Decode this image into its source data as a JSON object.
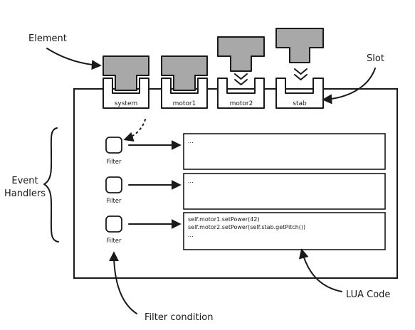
{
  "annotations": {
    "element": "Element",
    "slot": "Slot",
    "event_handlers_line1": "Event",
    "event_handlers_line2": "Handlers",
    "filter_condition": "Filter condition",
    "lua_code": "LUA Code"
  },
  "slots": [
    {
      "label": "system",
      "element_state": "plugged"
    },
    {
      "label": "motor1",
      "element_state": "plugged"
    },
    {
      "label": "motor2",
      "element_state": "inserting"
    },
    {
      "label": "stab",
      "element_state": "inserting"
    }
  ],
  "handlers": [
    {
      "filter_label": "Filter",
      "code_lines": [
        "..."
      ]
    },
    {
      "filter_label": "Filter",
      "code_lines": [
        "..."
      ]
    },
    {
      "filter_label": "Filter",
      "code_lines": [
        "self.motor1.setPower(42)",
        "self.motor2.setPower(self.stab.getPitch())",
        "..."
      ]
    }
  ],
  "colors": {
    "element_fill": "#a8a8a8",
    "stroke": "#1a1a1a",
    "background": "#ffffff"
  }
}
